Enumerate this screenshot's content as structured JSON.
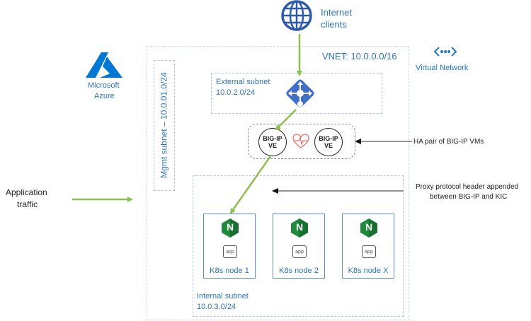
{
  "internet": {
    "line1": "Internet",
    "line2": "clients"
  },
  "vnet": {
    "label": "VNET: 10.0.0.0/16"
  },
  "virtual_network": {
    "label": "Virtual Network"
  },
  "azure": {
    "line1": "Microsoft",
    "line2": "Azure"
  },
  "mgmt_subnet": {
    "label": "Mgmt subnet – 10.0.01.0/24"
  },
  "external_subnet": {
    "line1": "External subnet",
    "line2": "10.0.2.0/24"
  },
  "bigip": [
    {
      "line1": "BIG-IP",
      "line2": "VE"
    },
    {
      "line1": "BIG-IP",
      "line2": "VE"
    }
  ],
  "annotations": {
    "ha_pair": "HA pair of BIG-IP VMs",
    "proxy_line1": "Proxy protocol header appended",
    "proxy_line2": "between BIG-IP and KIC"
  },
  "application_traffic": {
    "line1": "Application",
    "line2": "traffic"
  },
  "nodes": [
    {
      "label": "K8s node 1",
      "app": "app",
      "nginx": "N"
    },
    {
      "label": "K8s node 2",
      "app": "app",
      "nginx": "N"
    },
    {
      "label": "K8s node X",
      "app": "app",
      "nginx": "N"
    }
  ],
  "internal_subnet": {
    "line1": "Internal subnet",
    "line2": "10.0.3.0/24"
  },
  "colors": {
    "azure_blue": "#0078d4",
    "icon_blue": "#3a5fa8",
    "arrow_green": "#8cbf4f",
    "label_blue": "#2e75b6",
    "nginx_green": "#1f8a3c",
    "heart_red": "#e46b6b"
  }
}
